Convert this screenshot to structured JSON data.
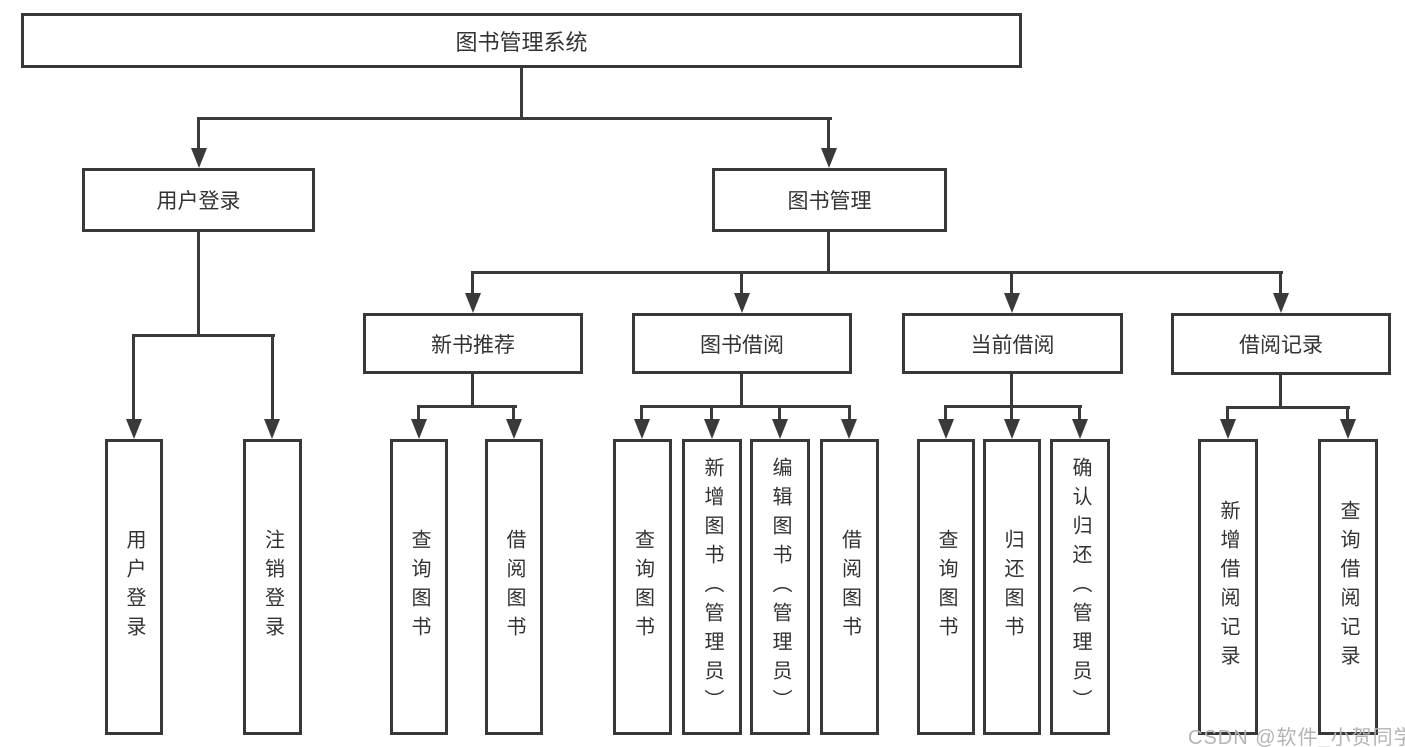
{
  "diagram": {
    "title": "图书管理系统",
    "level2": [
      "用户登录",
      "图书管理"
    ],
    "level3": [
      "新书推荐",
      "图书借阅",
      "当前借阅",
      "借阅记录"
    ],
    "leaves_login": [
      "用户登录",
      "注销登录"
    ],
    "leaves_recommend": [
      "查询图书",
      "借阅图书"
    ],
    "leaves_borrow": [
      "查询图书",
      "新增图书（管理员）",
      "编辑图书（管理员）",
      "借阅图书"
    ],
    "leaves_current": [
      "查询图书",
      "归还图书",
      "确认归还（管理员）"
    ],
    "leaves_records": [
      "新增借阅记录",
      "查询借阅记录"
    ],
    "line_color": "#3a3a3a",
    "box_border_color": "#383838",
    "text_color": "#333333"
  },
  "watermark": {
    "text": "CSDN @软件_小贺同学",
    "color": "#b4b4b4"
  }
}
